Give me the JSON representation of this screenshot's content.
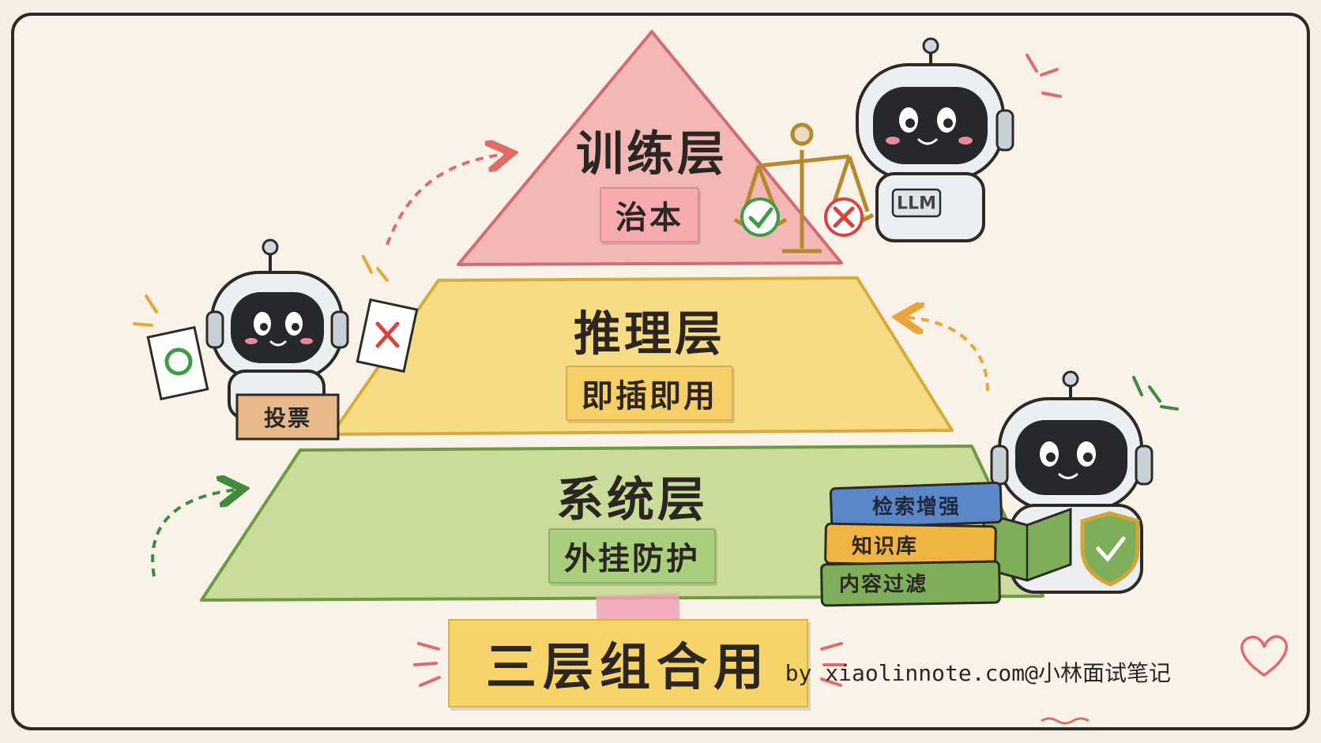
{
  "layers": {
    "training": {
      "title": "训练层",
      "tag": "治本",
      "color": "#f3b8b6",
      "tag_color": "#f7aab0"
    },
    "inference": {
      "title": "推理层",
      "tag": "即插即用",
      "color": "#f8dc85",
      "tag_color": "#f6d066"
    },
    "system": {
      "title": "系统层",
      "tag": "外挂防护",
      "color": "#c9dc9a",
      "tag_color": "#a9cf7c"
    }
  },
  "robots": {
    "vote_robot": {
      "sign": "投票"
    },
    "judge_robot": {
      "badge": "LLM"
    },
    "reader_robot": {
      "books": [
        "检索增强",
        "知识库",
        "内容过滤"
      ]
    }
  },
  "bottom_banner": "三层组合用",
  "credit": "by xiaolinnote.com@小林面试笔记",
  "colors": {
    "background": "#f5efe3",
    "outline": "#2d2a26",
    "arrow_red": "#e06b6b",
    "arrow_orange": "#e8a53a",
    "arrow_green": "#3f8a3b",
    "book_blue": "#5b86c8",
    "book_orange": "#f0b443",
    "book_green": "#7eae5a"
  }
}
